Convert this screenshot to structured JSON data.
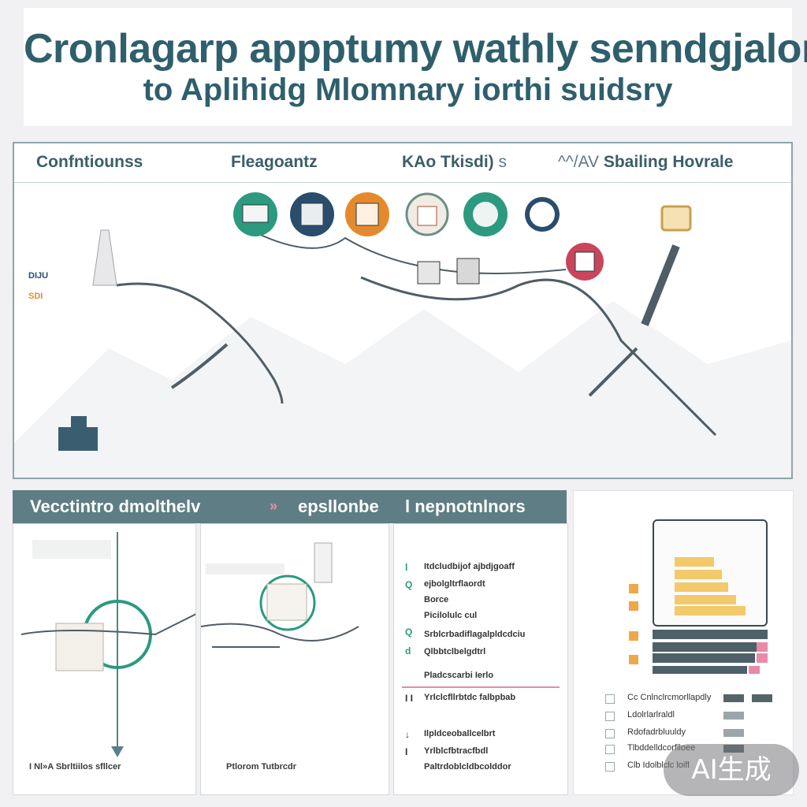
{
  "title": {
    "line1": "Cronlagarp appptumy wathly senndgjalory",
    "line2": "to Aplihidg Mlomnary iorthi suidsry"
  },
  "tabs": [
    {
      "label": "Confntiounss"
    },
    {
      "label": "Fleagoantz"
    },
    {
      "label": "KAo Tkisdi)"
    },
    {
      "label": "Sbailing Hovrale"
    }
  ],
  "tab_marks": {
    "after_c": "s",
    "before_d": "^^/AV"
  },
  "diagram_labels": {
    "left_badge_top": "DIJU",
    "left_badge_bottom": "SDI"
  },
  "banner": {
    "left": "Vecctintro dmolthelv",
    "separator": "»",
    "middle": "epsllonbe",
    "right": "l nepnotnlnors"
  },
  "panel1": {
    "caption": "I Nl»A Sbrltiilos sfllcer"
  },
  "panel2": {
    "caption": "Ptlorom Tutbrcdr"
  },
  "panel3": {
    "rows": [
      {
        "icon": "l",
        "text": "Itdcludbijof ajbdjgoaff"
      },
      {
        "icon": "Q",
        "text": "ejbolgltrflaordt"
      },
      {
        "icon": "",
        "text": "Borce"
      },
      {
        "icon": "",
        "text": "Picilolulc cul"
      },
      {
        "icon": "Q",
        "text": "Srblcrbadiflagalpldcdciu"
      },
      {
        "icon": "d",
        "text": "Qlbbtclbelgdtrl"
      },
      {
        "icon": "",
        "text": "Pladcscarbi Ierlo"
      },
      {
        "icon": "I I",
        "text": "Yrlclcfllrbtdc falbpbab"
      },
      {
        "icon": "↓",
        "text": "Ilpldceoballcelbrt"
      },
      {
        "icon": "I",
        "text": "Yrlblcfbtracfbdl"
      },
      {
        "icon": "",
        "text": "Paltrdoblcldbcolddor"
      }
    ]
  },
  "panel4": {
    "rows": [
      {
        "text": "Cc Cnlnclrcmorllapdly"
      },
      {
        "text": "Ldolrlarlraldl"
      },
      {
        "text": "Rdofadrbluuldy"
      },
      {
        "text": "Tlbddelldcorflloee"
      },
      {
        "text": "Clb Idolblclc loifl"
      }
    ]
  },
  "watermark": "AI生成",
  "colors": {
    "teal": "#2f5f6c",
    "banner": "#5f7d85",
    "green_node": "#2b9a7f",
    "orange_node": "#e58a2c",
    "red_node": "#c9455c",
    "navy_node": "#2a4c6d",
    "bar_gold": "#f2c96b",
    "bar_orange": "#eea84a",
    "bar_dark": "#4e6168",
    "bar_pink": "#e88aa8"
  }
}
